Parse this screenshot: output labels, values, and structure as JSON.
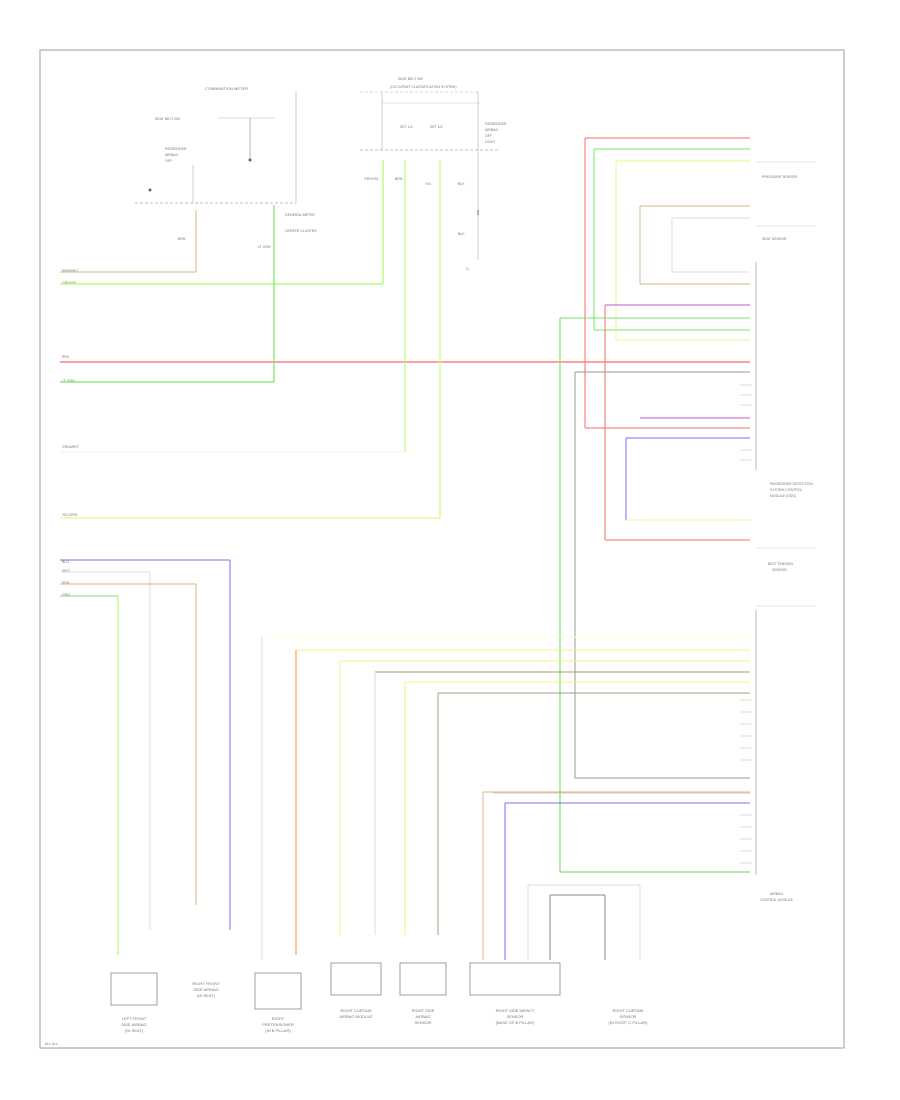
{
  "colors": {
    "red": "#ff6a6a",
    "green": "#7de36b",
    "ltgreen": "#a6ff5a",
    "yellow": "#f4f28a",
    "blue": "#7b6cff",
    "orange": "#ff9e4a",
    "tan": "#d8b98a",
    "olive": "#a5a07a",
    "gray": "#9a9a9a",
    "frame": "#9e9e9e"
  },
  "components": {
    "combination_meter": "COMBINATION METER",
    "seat_belt_switch": "SEAT BELT SW\n(OCCUPANT CLASSIFICATION SYSTEM)",
    "passenger_airbag_off_light": "PASSENGER\nAIRBAG\nOFF\nLIGHT",
    "pressure_sensor": "PRESSURE SENSOR",
    "seat_sensor": "SEAT SENSOR",
    "occupant_detection_ecu": "PASSENGER DETECTION\nSYSTEM CONTROL\nMODULE (ODS)",
    "belt_tension_sensor": "BELT TENSION\nSENSOR",
    "airbag_control_module": "AIRBAG\nCONTROL MODULE",
    "left_front_side_airbag": "LEFT FRONT\nSIDE AIRBAG\n(IN SEAT)",
    "right_front_side_airbag": "RIGHT FRONT\nSIDE AIRBAG\n(IN SEAT)",
    "right_pretensioner": "RIGHT\nPRETENSIONER\n(IN B PILLAR)",
    "right_curtain_airbag": "RIGHT CURTAIN\nAIRBAG MODULE",
    "right_side_airbag_sensor": "RIGHT SIDE\nAIRBAG\nSENSOR",
    "right_side_impact_sensor": "RIGHT SIDE IMPACT\nSENSOR\n(BASE OF B PILLAR)",
    "right_curtain_sensor": "RIGHT CURTAIN\nSENSOR\n(IN ROOF, C PILLAR)"
  },
  "wire_labels": {
    "w1": "BRN/WHT",
    "w2": "GRN/YEL",
    "w3": "RED",
    "w4": "LT GRN",
    "w5": "GRN/WHT",
    "w6": "YEL/GRN",
    "w7": "BLU",
    "w8": "WHT",
    "w9": "BRN",
    "w10": "GRN"
  },
  "footer": "ALL ALL"
}
